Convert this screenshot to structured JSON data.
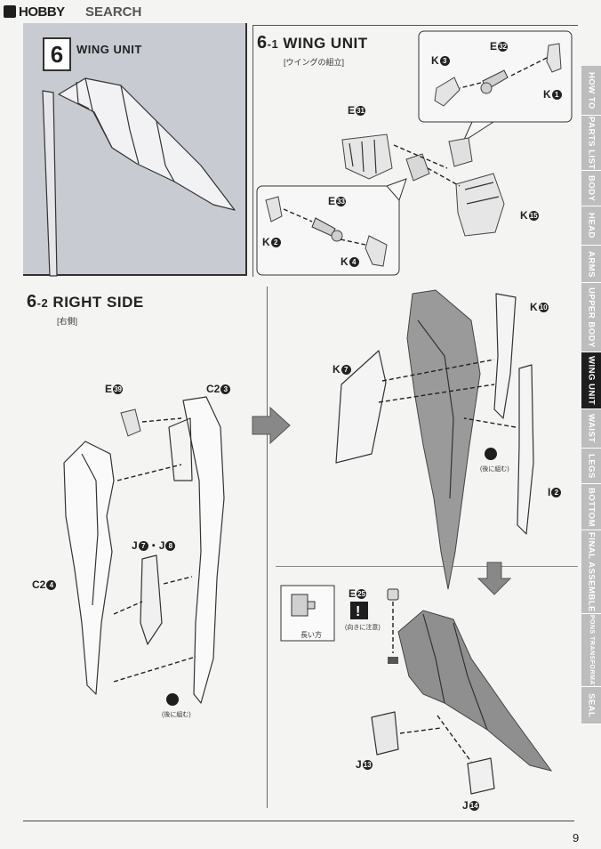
{
  "header": {
    "brand_hobby": "HOBBY",
    "brand_search": "SEARCH"
  },
  "step6": {
    "number": "6",
    "title": "WING UNIT"
  },
  "step6_1": {
    "number": "6",
    "sub_number": "-1",
    "title": "WING UNIT",
    "subtitle": "[ウイングの組立]",
    "labels": {
      "e32": "E",
      "e32_n": "32",
      "k3": "K",
      "k3_n": "3",
      "k1": "K",
      "k1_n": "1",
      "e31": "E",
      "e31_n": "31",
      "k15": "K",
      "k15_n": "15",
      "e33": "E",
      "e33_n": "33",
      "k2": "K",
      "k2_n": "2",
      "k4": "K",
      "k4_n": "4"
    }
  },
  "step6_2": {
    "number": "6",
    "sub_number": "-2",
    "title": "RIGHT SIDE",
    "subtitle": "[右側]",
    "labels": {
      "e39": "E",
      "e39_n": "39",
      "c23": "C2",
      "c23_n": "3",
      "c24": "C2",
      "c24_n": "4",
      "j7j8": "J",
      "j7_n": "7",
      "j8_sep": "・J",
      "j8_n": "8",
      "k7": "K",
      "k7_n": "7",
      "k10": "K",
      "k10_n": "10",
      "i2": "I",
      "i2_n": "2",
      "e25": "E",
      "e25_n": "25",
      "j13": "J",
      "j13_n": "13",
      "j14": "J",
      "j14_n": "14"
    },
    "notes": {
      "glue_later_1": "(後に組む)",
      "glue_later_2": "(後に組む)",
      "long_side": "長い方",
      "caution": "(向きに注意)"
    }
  },
  "side_tabs": [
    {
      "label": "HOW TO",
      "active": false
    },
    {
      "label": "PARTS LIST",
      "active": false
    },
    {
      "label": "BODY",
      "active": false
    },
    {
      "label": "HEAD",
      "active": false
    },
    {
      "label": "ARMS",
      "active": false
    },
    {
      "label": "UPPER BODY",
      "active": false
    },
    {
      "label": "WING UNIT",
      "active": true
    },
    {
      "label": "WAIST",
      "active": false
    },
    {
      "label": "LEGS",
      "active": false
    },
    {
      "label": "BOTTOM",
      "active": false
    },
    {
      "label": "FINAL ASSEMBLE",
      "active": false
    },
    {
      "label": "WEAPONS TRANSFORMATION",
      "active": false
    },
    {
      "label": "SEAL",
      "active": false
    }
  ],
  "footer": {
    "page_number": "9"
  }
}
